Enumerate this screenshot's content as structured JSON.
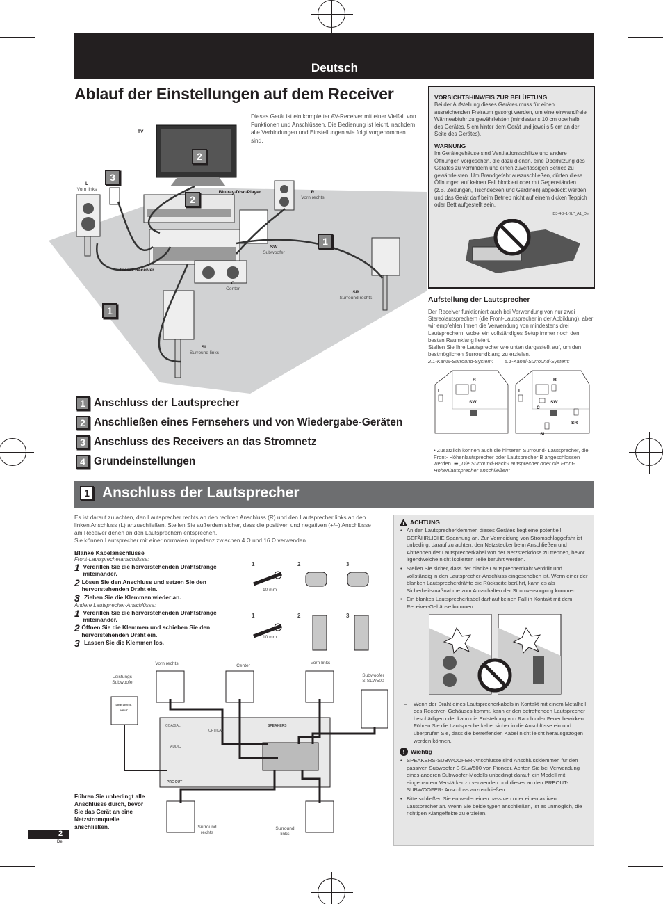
{
  "header": {
    "language": "Deutsch"
  },
  "title": "Ablauf der Einstellungen auf dem Receiver",
  "intro": "Dieses Gerät ist ein kompletter AV-Receiver mit einer Vielfalt von Funktionen und Anschlüssen. Die Bedienung ist leicht, nachdem alle Verbindungen und Einstellungen wie folgt vorgenommen sind.",
  "vent": {
    "h1": "VORSICHTSHINWEIS ZUR BELÜFTUNG",
    "p1": "Bei der Aufstellung dieses Gerätes muss für einen ausreichenden Freiraum gesorgt werden, um eine einwandfreie Wärmeabfuhr zu gewährleisten (mindestens 10 cm oberhalb des Gerätes, 5 cm hinter dem Gerät und jeweils 5 cm an der Seite des Gerätes).",
    "h2": "WARNUNG",
    "p2": "Im Gerätegehäuse sind Ventilationsschlitze und andere Öffnungen vorgesehen, die dazu dienen, eine Überhitzung des Gerätes zu verhindern und einen zuverlässigen Betrieb zu gewährleisten. Um Brandgefahr auszuschließen, dürfen diese Öffnungen auf keinen Fall blockiert oder mit Gegenständen (z.B. Zeitungen, Tischdecken und Gardinen) abgedeckt werden, und das Gerät darf beim Betrieb nicht auf einem dicken Teppich oder Bett aufgestellt sein.",
    "code": "D3-4-2-1-7b*_A1_De"
  },
  "diagram_labels": {
    "tv": "TV",
    "l": "L",
    "l_sub": "Vorn links",
    "r": "R",
    "r_sub": "Vorn rechts",
    "bd": "Blu-ray-Disc-Player",
    "sw": "SW",
    "sw_sub": "Subwoofer",
    "receiver": "Dieser Receiver",
    "c": "C",
    "c_sub": "Center",
    "sr": "SR",
    "sr_sub": "Surround rechts",
    "sl": "SL",
    "sl_sub": "Surround links",
    "n1": "1",
    "n2": "2",
    "n3": "3"
  },
  "speaker_setup": {
    "heading": "Aufstellung der Lautsprecher",
    "p1": "Der Receiver funktioniert auch bei Verwendung von nur zwei Stereolautsprechern (die Front-Lautsprecher in der Abbildung), aber wir empfehlen Ihnen die Verwendung von mindestens drei Lautsprechern, wobei ein vollständiges Setup immer noch den besten Raumklang liefert.",
    "p2": "Stellen Sie Ihre Lautsprecher wie unten dargestellt auf, um den bestmöglichen Surroundklang zu erzielen.",
    "cap1": "2.1-Kanal-Surround-System:",
    "cap2": "5.1-Kanal-Surround-System:",
    "note": "Zusätzlich können auch die hinteren Surround- Lautsprecher, die Front- Höhenlautsprecher oder Lautsprecher B angeschlossen werden.",
    "note_ref": "„Die Surround-Back-Lautsprecher oder die Front- Höhenlautsprecher anschließen“"
  },
  "steps": [
    {
      "num": "1",
      "label": "Anschluss der Lautsprecher"
    },
    {
      "num": "2",
      "label": "Anschließen eines Fernsehers und von Wiedergabe-Geräten"
    },
    {
      "num": "3",
      "label": "Anschluss des Receivers an das Stromnetz"
    },
    {
      "num": "4",
      "label": "Grundeinstellungen"
    }
  ],
  "section": {
    "num": "1",
    "title": "Anschluss der Lautsprecher"
  },
  "section_intro": "Es ist darauf zu achten, den Lautsprecher rechts an den rechten Anschluss (R) und den Lautsprecher links an den linken Anschluss (L) anzuschließen. Stellen Sie außerdem sicher, dass die positiven und negativen (+/–) Anschlüsse am Receiver denen an den Lautsprechern entsprechen.",
  "section_intro2": "Sie können Lautsprecher mit einer normalen Impedanz zwischen 4 Ω und 16 Ω verwenden.",
  "instructions": {
    "heading": "Blanke Kabelanschlüsse",
    "front_sub": "Front-Lautsprecheranschlüsse:",
    "front": [
      {
        "n": "1",
        "t": "Verdrillen Sie die hervorstehenden Drahtstränge miteinander."
      },
      {
        "n": "2",
        "t": "Lösen Sie den Anschluss und setzen Sie den hervorstehenden Draht ein."
      },
      {
        "n": "3",
        "t": "Ziehen Sie die Klemmen wieder an."
      }
    ],
    "other_sub": "Andere Lautsprecher-Anschlüsse:",
    "other": [
      {
        "n": "1",
        "t": "Verdrillen Sie die hervorstehenden Drahtstränge miteinander."
      },
      {
        "n": "2",
        "t": "Öffnen Sie die Klemmen und schieben Sie den hervorstehenden Draht ein."
      },
      {
        "n": "3",
        "t": "Lassen Sie die Klemmen los."
      }
    ]
  },
  "wire_fig": {
    "s1": "1",
    "s2": "2",
    "s3": "3",
    "mm": "10 mm"
  },
  "wiring_labels": {
    "vorn_rechts": "Vorn rechts",
    "center": "Center",
    "vorn_links": "Vorn links",
    "leistungs": "Leistungs-",
    "subwoofer": "Subwoofer",
    "subwoofer_model": "Subwoofer",
    "subwoofer_model2": "S-SLW500",
    "line_level": "LINE LEVEL INPUT",
    "surround_rechts": "Surround",
    "surround_rechts2": "rechts",
    "surround_links": "Surround",
    "surround_links2": "links",
    "coaxial": "COAXIAL",
    "optical": "OPTICAL",
    "speakers": "SPEAKERS",
    "pre_out": "PRE OUT",
    "audio": "AUDIO"
  },
  "warn_note": "Führen Sie unbedingt alle Anschlüsse durch, bevor Sie das Gerät an eine Netzstromquelle anschließen.",
  "caution": {
    "heading": "ACHTUNG",
    "b1": "An den Lautsprecherklemmen dieses Gerätes liegt eine potentiell GEFÄHRLICHE Spannung an. Zur Vermeidung von Stromschlaggefahr ist unbedingt darauf zu achten, den Netzstecker beim Anschließen und Abtrennen der Lautsprecherkabel von der Netzsteckdose zu trennen, bevor irgendwelche nicht isolierten Teile berührt werden.",
    "b2": "Stellen Sie sicher, dass der blanke Lautsprecherdraht verdrillt und vollständig in den Lautsprecher-Anschluss eingeschoben ist. Wenn einer der blanken Lautsprecherdrähte die Rückseite berührt, kann es als Sicherheitsmaßnahme zum Ausschalten der Stromversorgung kommen.",
    "b3": "Ein blankes Lautsprecherkabel darf auf keinen Fall in Kontakt mit dem Receiver-Gehäuse kommen.",
    "dash": "Wenn der Draht eines Lautsprecherkabels in Kontakt mit einem Metallteil des Receiver- Gehäuses kommt, kann er den betreffenden Lautsprecher beschädigen oder kann die Entstehung von Rauch oder Feuer bewirken. Führen Sie die Lautsprecherkabel sicher in die Anschlüsse ein und überprüfen Sie, dass die betreffenden Kabel nicht leicht herausgezogen werden können.",
    "wichtig": "Wichtig",
    "w1": "SPEAKERS-SUBWOOFER-Anschlüsse sind Anschlussklemmen für den passiven Subwoofer S-SLW500 von Pioneer. Achten Sie bei Verwendung eines anderen Subwoofer-Modells unbedingt darauf, ein Modell mit eingebautem Verstärker zu verwenden und dieses an den PREOUT- SUBWOOFER- Anschluss anzuschließen.",
    "w2": "Bitte schließen Sie entweder einen passiven oder einen aktiven Lautsprecher an. Wenn Sie beide typen anschließen, ist es unmöglich, die richtigen Klangeffekte zu erzielen."
  },
  "page": {
    "number": "2",
    "lang": "De"
  }
}
